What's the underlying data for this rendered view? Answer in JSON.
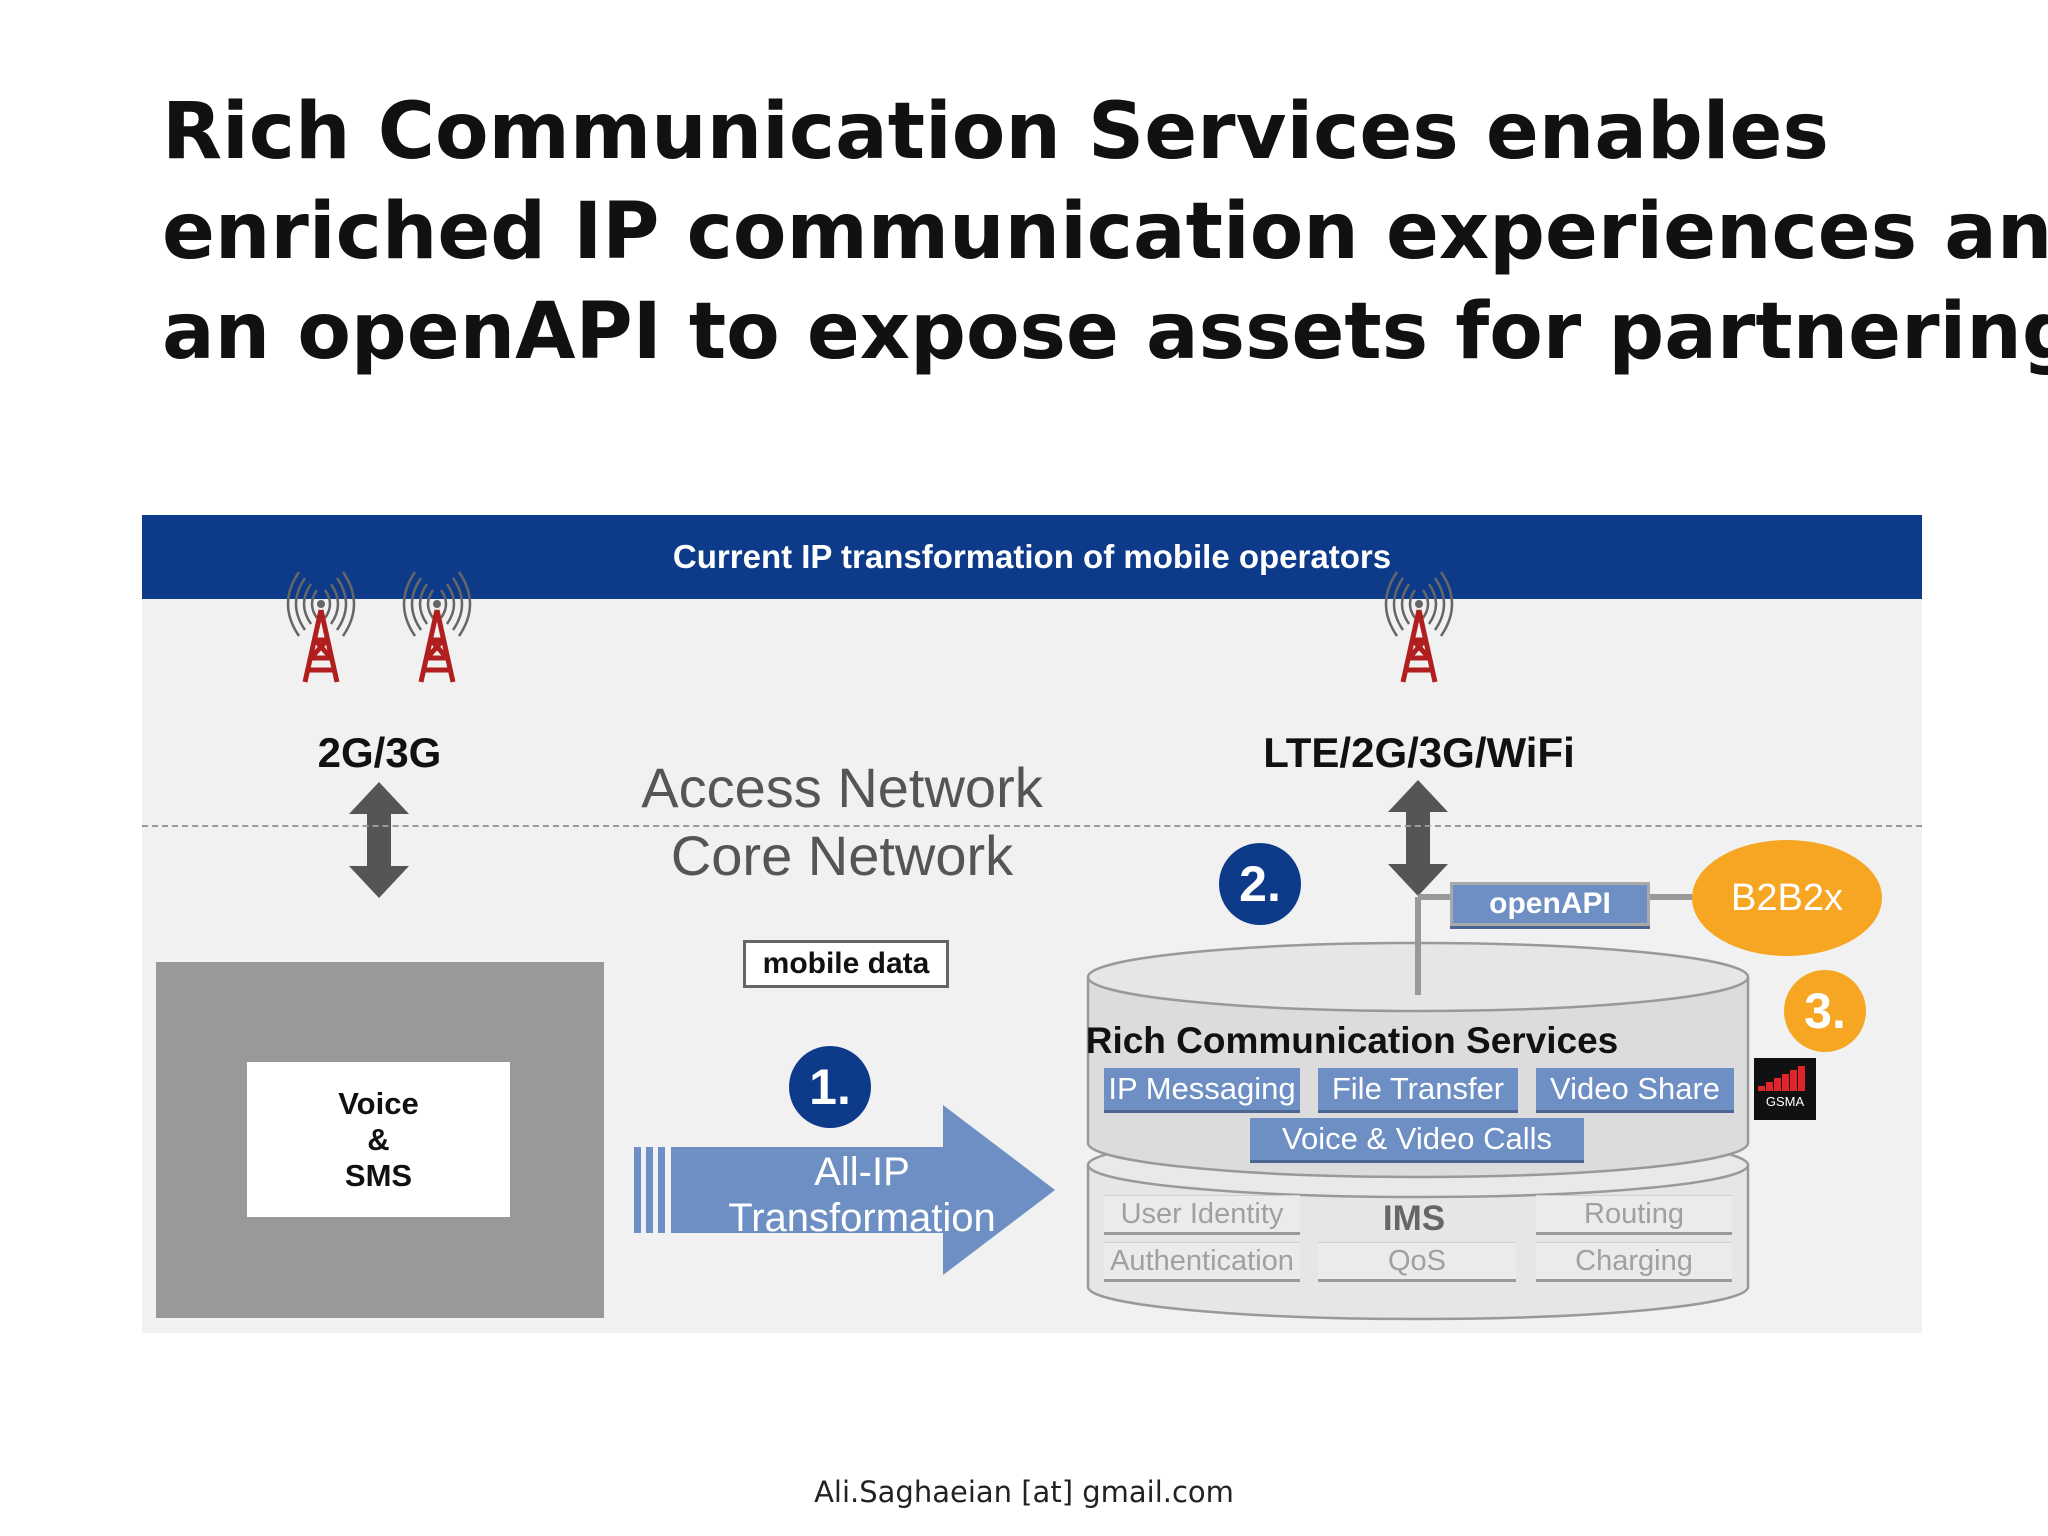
{
  "title": {
    "lines": [
      "Rich Communication Services enables",
      "enriched IP communication experiences and",
      "an openAPI to expose assets for partnering"
    ]
  },
  "diagram": {
    "banner": "Current IP transformation of mobile operators",
    "left_tower_label": "2G/3G",
    "right_tower_label": "LTE/2G/3G/WiFi",
    "access_network": "Access Network",
    "core_network": "Core Network",
    "mobile_data": "mobile data",
    "legacy": {
      "line1": "Voice",
      "line2": "&",
      "line3": "SMS"
    },
    "step1": "1.",
    "step2": "2.",
    "step3": "3.",
    "arrow": {
      "line1": "All-IP",
      "line2": "Transformation"
    },
    "rcs": {
      "title": "Rich Communication Services",
      "services": [
        "IP Messaging",
        "File Transfer",
        "Video Share",
        "Voice & Video Calls"
      ]
    },
    "ims": {
      "label": "IMS",
      "cells": [
        "User Identity",
        "Routing",
        "Authentication",
        "QoS",
        "Charging"
      ]
    },
    "openapi": "openAPI",
    "b2b": "B2B2x",
    "gsma": "GSMA",
    "colors": {
      "banner": "#0d3b8a",
      "service": "#6d8fc3",
      "accent": "#f6a623",
      "tower": "#b01e1e"
    }
  },
  "footer": "Ali.Saghaeian [at] gmail.com"
}
